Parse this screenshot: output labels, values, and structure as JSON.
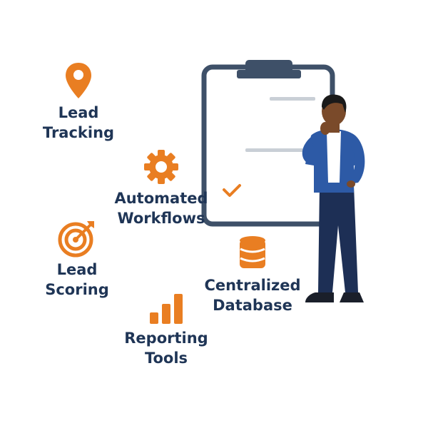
{
  "colors": {
    "accent": "#e97e22",
    "text": "#1f3556",
    "clipboard_frame": "#3e5068",
    "person_jacket": "#2d5aa6",
    "person_pants": "#1d2f55"
  },
  "features": [
    {
      "icon": "map-pin-icon",
      "label_lines": [
        "Lead",
        "Tracking"
      ]
    },
    {
      "icon": "gear-icon",
      "label_lines": [
        "Automated",
        "Workflows"
      ]
    },
    {
      "icon": "target-icon",
      "label_lines": [
        "Lead",
        "Scoring"
      ]
    },
    {
      "icon": "database-icon",
      "label_lines": [
        "Centralized",
        "Database"
      ]
    },
    {
      "icon": "bar-chart-icon",
      "label_lines": [
        "Reporting",
        "Tools"
      ]
    }
  ]
}
